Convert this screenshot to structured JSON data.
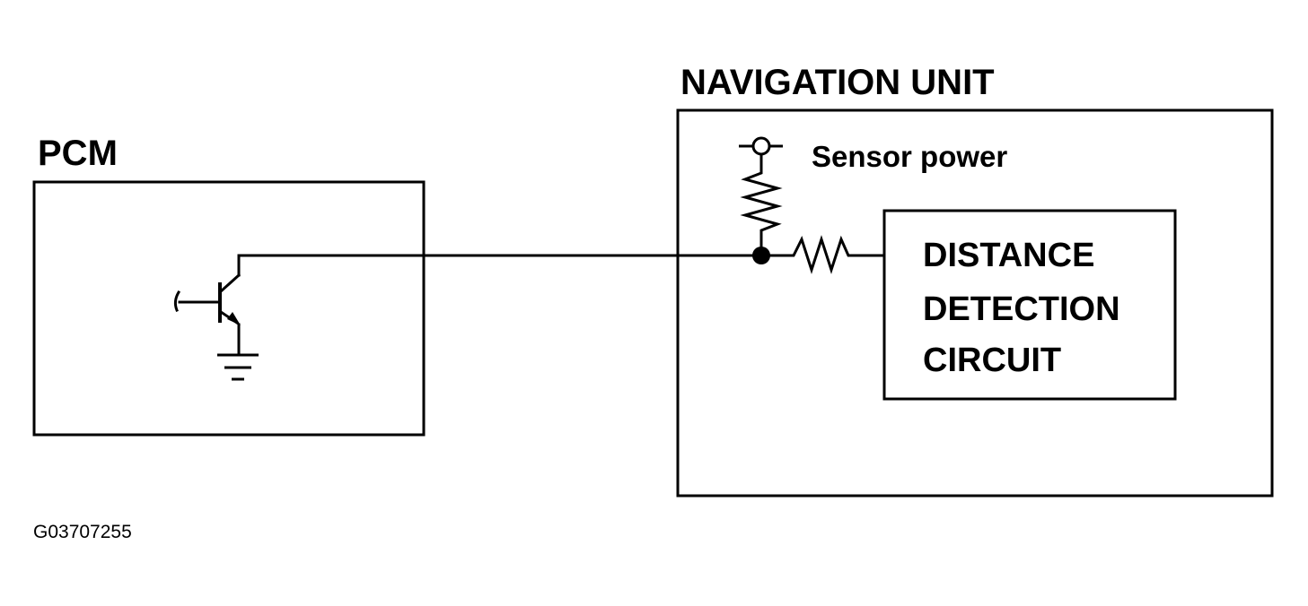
{
  "blocks": {
    "pcm": {
      "label": "PCM"
    },
    "navigation_unit": {
      "label": "NAVIGATION UNIT"
    }
  },
  "sensor_power_label": "Sensor power",
  "detection_circuit": {
    "lines": [
      "DISTANCE",
      "DETECTION",
      "CIRCUIT"
    ]
  },
  "figure_code": "G03707255"
}
